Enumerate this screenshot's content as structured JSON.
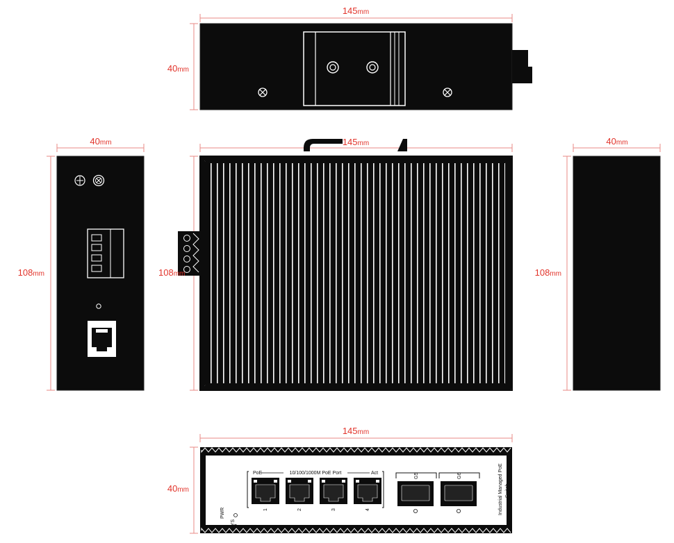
{
  "dimensions": {
    "top_width": "145",
    "top_height": "40",
    "left_width": "40",
    "left_height": "108",
    "center_width": "145",
    "center_height": "108",
    "right_width": "40",
    "right_height": "108",
    "bottom_width": "145",
    "bottom_height": "40",
    "unit": "mm"
  },
  "front_panel": {
    "poe_label": "PoE",
    "ports_label": "10/100/1000M PoE Port",
    "act_label": "Act",
    "port_numbers": [
      "1",
      "2",
      "3",
      "4"
    ],
    "sfp_labels": [
      "G5",
      "G6"
    ],
    "led_pwr": "PWR",
    "led_sys": "SYS",
    "product_name_line1": "Industrial Managed PoE",
    "product_name_line2": "Switch"
  },
  "colors": {
    "dimension": "#e2342b",
    "body": "#0c0c0c",
    "fin_light": "#ffffff"
  }
}
